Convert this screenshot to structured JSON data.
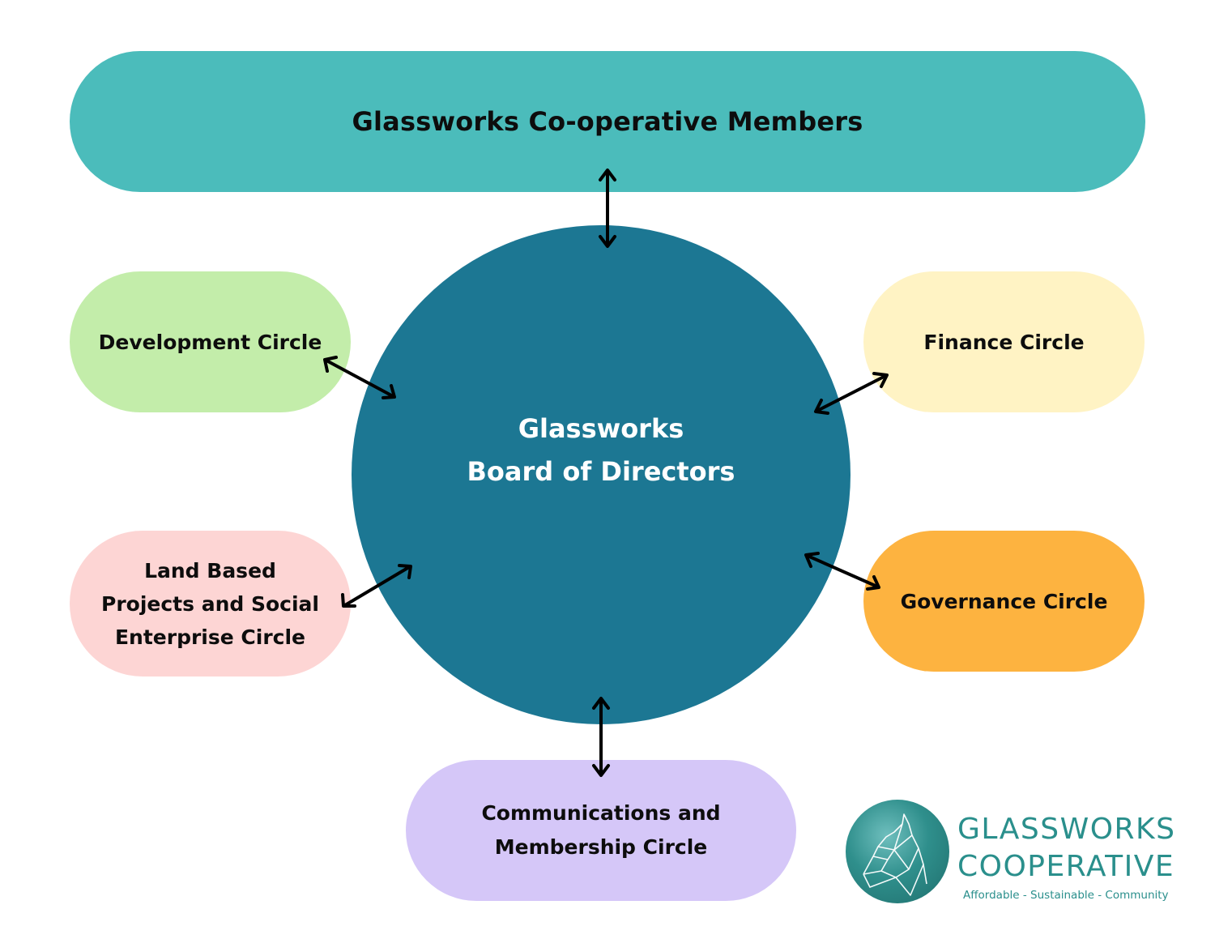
{
  "colors": {
    "members": "#4bbcbb",
    "board": "#1c7793",
    "development": "#c3edaa",
    "finance": "#fff3c4",
    "land": "#fdd5d4",
    "governance": "#fdb340",
    "communications": "#d5c7f8",
    "arrow": "#000000",
    "logo_teal": "#2a8f8c"
  },
  "nodes": {
    "members": {
      "label": "Glassworks Co-operative Members"
    },
    "board": {
      "line1": "Glassworks",
      "line2": "Board of Directors"
    },
    "development": {
      "label": "Development Circle"
    },
    "finance": {
      "label": "Finance Circle"
    },
    "land": {
      "line1": "Land Based",
      "line2": "Projects and Social",
      "line3": "Enterprise Circle"
    },
    "governance": {
      "label": "Governance Circle"
    },
    "communications": {
      "line1": "Communications and",
      "line2": "Membership Circle"
    }
  },
  "edges": [
    {
      "from": "members",
      "to": "board",
      "direction": "both"
    },
    {
      "from": "development",
      "to": "board",
      "direction": "both"
    },
    {
      "from": "finance",
      "to": "board",
      "direction": "both"
    },
    {
      "from": "land",
      "to": "board",
      "direction": "both"
    },
    {
      "from": "governance",
      "to": "board",
      "direction": "both"
    },
    {
      "from": "communications",
      "to": "board",
      "direction": "both"
    }
  ],
  "logo": {
    "emblem_icon": "wolf-geometric-icon",
    "name_line1": "GLASSWORKS",
    "name_line2": "COOPERATIVE",
    "tagline": "Affordable - Sustainable - Community"
  }
}
